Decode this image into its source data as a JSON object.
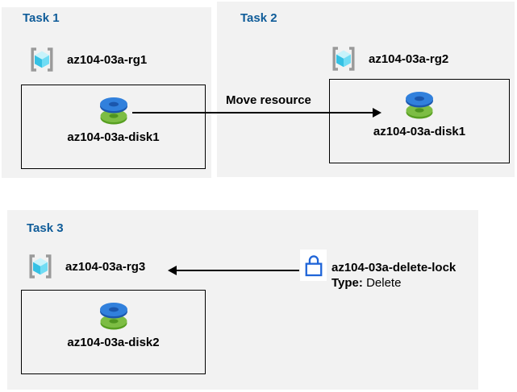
{
  "colors": {
    "panel_background": "#f2f2f2",
    "task_title_blue": "#0f5c99",
    "text": "#000000",
    "box_border": "#000000",
    "disk_blue": "#3180dc",
    "disk_blue_dark": "#1b57ad",
    "disk_green": "#7dbd44",
    "disk_green_dark": "#579f21",
    "cube_top": "#c7f3fb",
    "cube_left": "#35c1e4",
    "cube_right": "#70dcf4",
    "bracket_gray": "#9a9a9a",
    "lock_blue": "#2065d8",
    "arrow": "#000000"
  },
  "tasks": [
    {
      "title": "Task 1",
      "resource_group": {
        "name": "az104-03a-rg1",
        "icon": "resource-group-icon"
      },
      "resource": {
        "name": "az104-03a-disk1",
        "icon": "disk-icon"
      }
    },
    {
      "title": "Task 2",
      "resource_group": {
        "name": "az104-03a-rg2",
        "icon": "resource-group-icon"
      },
      "resource": {
        "name": "az104-03a-disk1",
        "icon": "disk-icon"
      }
    },
    {
      "title": "Task 3",
      "resource_group": {
        "name": "az104-03a-rg3",
        "icon": "resource-group-icon"
      },
      "resource": {
        "name": "az104-03a-disk2",
        "icon": "disk-icon"
      }
    }
  ],
  "annotations": {
    "move_arrow": {
      "label": "Move resource",
      "from": "az104-03a-disk1 (rg1)",
      "to": "az104-03a-rg2 box"
    },
    "delete_lock": {
      "name": "az104-03a-delete-lock",
      "type_label": "Type:",
      "type_value": "Delete",
      "icon": "lock-icon",
      "points_to": "az104-03a-rg3"
    }
  }
}
